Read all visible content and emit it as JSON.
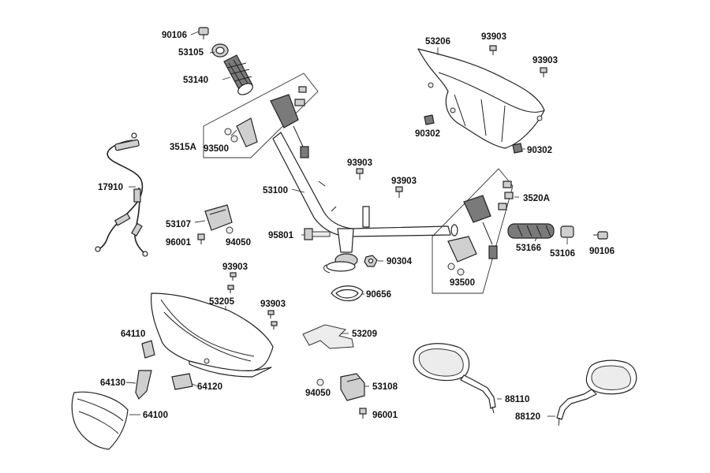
{
  "labels": {
    "p90106_top": "90106",
    "p53105": "53105",
    "p53140": "53140",
    "p3515A": "3515A",
    "p93500_left": "93500",
    "p17910": "17910",
    "p53100": "53100",
    "p53107": "53107",
    "p96001_left": "96001",
    "p94050_left": "94050",
    "p95801": "95801",
    "p93903_top1": "93903",
    "p93903_mid": "93903",
    "p90304": "90304",
    "p90656": "90656",
    "p53206": "53206",
    "p93903_cover1": "93903",
    "p93903_cover2": "93903",
    "p90302_a": "90302",
    "p90302_b": "90302",
    "p3520A": "3520A",
    "p53166": "53166",
    "p53106": "53106",
    "p90106_right": "90106",
    "p93500_right": "93500",
    "p93903_left_cover": "93903",
    "p53205": "53205",
    "p93903_lower": "93903",
    "p64110": "64110",
    "p64130": "64130",
    "p64120": "64120",
    "p64100": "64100",
    "p53209": "53209",
    "p94050_lower": "94050",
    "p53108": "53108",
    "p96001_lower": "96001",
    "p88110": "88110",
    "p88120": "88120"
  }
}
